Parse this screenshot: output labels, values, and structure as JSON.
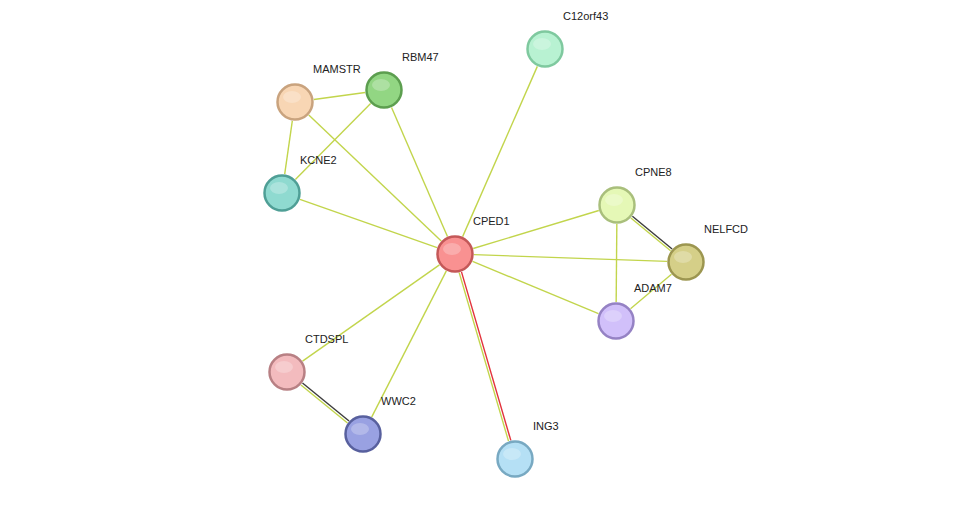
{
  "diagram": {
    "nodes": [
      {
        "text": [
          "C12orf43"
        ]
      },
      {
        "text": [
          "RBM47"
        ]
      },
      {
        "text": [
          "MAMSTR"
        ]
      },
      {
        "text": [
          "KCNE2"
        ]
      },
      {
        "text": [
          "CPNE8"
        ]
      },
      {
        "text": [
          "CPED1"
        ]
      },
      {
        "text": [
          "NELFCD"
        ]
      },
      {
        "text": [
          "ADAM7"
        ]
      },
      {
        "text": [
          "CTDSPL"
        ]
      },
      {
        "text": [
          "WWC2"
        ]
      },
      {
        "text": [
          "ING3"
        ]
      }
    ],
    "edges": [
      {
        "from": 2,
        "to": 1,
        "arrow": "none"
      },
      {
        "from": 2,
        "to": 3,
        "arrow": "none"
      },
      {
        "from": 1,
        "to": 3,
        "arrow": "none"
      },
      {
        "from": 5,
        "to": 0,
        "arrow": "none"
      },
      {
        "from": 5,
        "to": 1,
        "arrow": "none"
      },
      {
        "from": 5,
        "to": 2,
        "arrow": "none"
      },
      {
        "from": 5,
        "to": 3,
        "arrow": "none"
      },
      {
        "from": 5,
        "to": 4,
        "arrow": "none"
      },
      {
        "from": 5,
        "to": 6,
        "arrow": "none"
      },
      {
        "from": 5,
        "to": 7,
        "arrow": "none"
      },
      {
        "from": 5,
        "to": 8,
        "arrow": "none"
      },
      {
        "from": 5,
        "to": 9,
        "arrow": "none"
      },
      {
        "from": 5,
        "to": 10,
        "arrow": "none"
      },
      {
        "from": 4,
        "to": 6,
        "arrow": "none"
      },
      {
        "from": 4,
        "to": 7,
        "arrow": "none"
      },
      {
        "from": 6,
        "to": 7,
        "arrow": "none"
      },
      {
        "from": 8,
        "to": 9,
        "arrow": "none"
      }
    ]
  }
}
